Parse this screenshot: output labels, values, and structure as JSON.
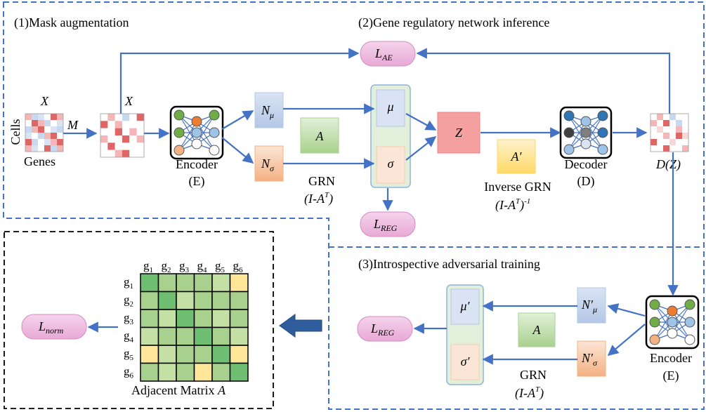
{
  "sections": {
    "mask": "(1)Mask augmentation",
    "grn": "(2)Gene regulatory network inference",
    "adv": "(3)Introspective adversarial training"
  },
  "input": {
    "x_label": "X",
    "cells": "Cells",
    "genes": "Genes",
    "m_label": "M",
    "x_masked_label": "X"
  },
  "encoder": {
    "label": "Encoder",
    "abbr": "(E)"
  },
  "n_mu": {
    "base": "N",
    "sub": "μ"
  },
  "n_sigma": {
    "base": "N",
    "sub": "σ"
  },
  "a_box": "A",
  "mu": "μ",
  "sigma": "σ",
  "grn_label": {
    "line1": "GRN",
    "line2_a": "(I-A",
    "line2_sup": "T",
    "line2_b": ")"
  },
  "z_box": "Z",
  "a_prime": "A′",
  "inverse_grn": {
    "line1": "Inverse GRN",
    "line2_a": "(I-A",
    "line2_sup": "T",
    "line2_b": ")",
    "line2_sup2": "-1"
  },
  "decoder": {
    "label": "Decoder",
    "abbr": "(D)"
  },
  "dz": "D(Z)",
  "losses": {
    "ae": {
      "base": "L",
      "sub": "AE"
    },
    "reg": {
      "base": "L",
      "sub": "REG"
    },
    "reg2": {
      "base": "L",
      "sub": "REG"
    },
    "norm": {
      "base": "L",
      "sub": "norm"
    }
  },
  "adv": {
    "n_mu": {
      "base": "N′",
      "sub": "μ"
    },
    "n_sigma": {
      "base": "N′",
      "sub": "σ"
    },
    "mu": "μ′",
    "sigma": "σ′",
    "a_box": "A",
    "grn_line1": "GRN",
    "grn_line2_a": "(I-A",
    "grn_line2_sup": "T",
    "grn_line2_b": ")",
    "encoder": "Encoder",
    "encoder_abbr": "(E)"
  },
  "matrix": {
    "col_labels": [
      "g1",
      "g2",
      "g3",
      "g4",
      "g5",
      "g6"
    ],
    "row_labels": [
      "g1",
      "g2",
      "g3",
      "g4",
      "g5",
      "g6"
    ],
    "caption_a": "Adjacent Matrix ",
    "caption_b": "A",
    "cells": [
      [
        "#6fbf73",
        "#a9d18e",
        "#a9d18e",
        "#a9d18e",
        "#c5e0a5",
        "#ffe699"
      ],
      [
        "#a9d18e",
        "#6fbf73",
        "#c5e0a5",
        "#a9d18e",
        "#a9d18e",
        "#a9d18e"
      ],
      [
        "#a9d18e",
        "#c5e0a5",
        "#6fbf73",
        "#a9d18e",
        "#c5e0a5",
        "#a9d18e"
      ],
      [
        "#c5e0a5",
        "#a9d18e",
        "#a9d18e",
        "#6fbf73",
        "#a9d18e",
        "#c5e0a5"
      ],
      [
        "#ffe699",
        "#c5e0a5",
        "#a9d18e",
        "#a9d18e",
        "#6fbf73",
        "#ffe699"
      ],
      [
        "#a9d18e",
        "#c5e0a5",
        "#a9d18e",
        "#ffe699",
        "#a9d18e",
        "#6fbf73"
      ]
    ]
  },
  "colors": {
    "arrow": "#4472c4",
    "loss_fill": "#e8a9d6",
    "n_mu_fill": "#b4c7e7",
    "n_sigma_fill": "#f8cbad",
    "a_fill": "#c5e0b4",
    "z_fill": "#f4a0a0",
    "a_prime_fill": "#ffe699",
    "latent_bg": "#e2efda"
  }
}
